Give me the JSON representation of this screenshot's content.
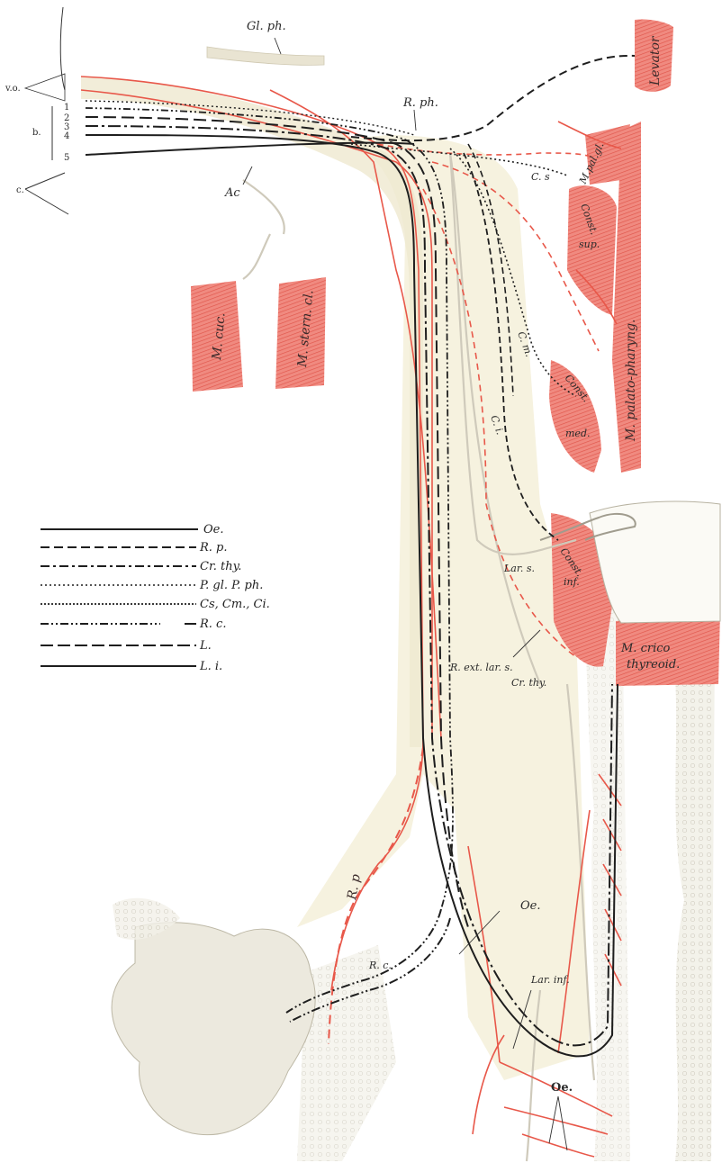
{
  "labels": {
    "gl_ph": "Gl. ph.",
    "levator": "Levator",
    "vo": "v.o.",
    "b": "b.",
    "c": "c.",
    "n1": "1",
    "n2": "2",
    "n3": "3",
    "n4": "4",
    "n5": "5",
    "r_ph": "R. ph.",
    "ac": "Ac",
    "cs": "C. s",
    "m_pal_gl": "M.pal.gl.",
    "const_sup_1": "Const.",
    "const_sup_2": "sup.",
    "m_palato_pharyng": "M. palato-pharyng.",
    "m_cuc": "M. cuc.",
    "m_stern_cl": "M. stern. cl.",
    "cm": "C. m.",
    "const_med_1": "Const.",
    "const_med_2": "med.",
    "ci": "C. i.",
    "lar_s": "Lar. s.",
    "const_inf_1": "Const.",
    "const_inf_2": "inf.",
    "m_crico_1": "M. crico",
    "m_crico_2": "thyreoid.",
    "r_ext_lar_s": "R. ext. lar. s.",
    "cr_thy": "Cr. thy.",
    "r_p": "R. p",
    "r_c": "R. c.",
    "oe_mid": "Oe.",
    "lar_inf": "Lar. inf.",
    "oe_bottom": "Oe."
  },
  "legend": [
    {
      "style": "solid",
      "label": "Oe."
    },
    {
      "style": "long-dash",
      "label": "R. p."
    },
    {
      "style": "dash-dot",
      "label": "Cr. thy."
    },
    {
      "style": "dotted",
      "label": "P. gl.  P. ph."
    },
    {
      "style": "dense-dotted",
      "label": "Cs, Cm., Ci."
    },
    {
      "style": "dash-dot-dot",
      "label": "R. c."
    },
    {
      "style": "long-dash",
      "label": "L."
    },
    {
      "style": "solid",
      "label": "L. i."
    }
  ],
  "colors": {
    "nerve_dark": "#1e1e1e",
    "nerve_red": "#e8584a",
    "muscle": "#ee7368",
    "tissue": "#f5f1e0",
    "tissue_edge": "#d9d4c4"
  }
}
